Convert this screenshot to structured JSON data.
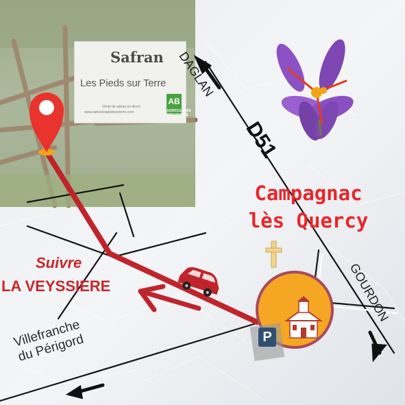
{
  "sign": {
    "title": "Safran",
    "subtitle": "Les Pieds sur Terre",
    "fine_line_1": "Vente de safran en direct",
    "fine_line_2": "www.safranlespiedssurterre.com",
    "badge_text": "AB",
    "badge_sub": "AGRICULTURE BIOLOGIQUE"
  },
  "village": {
    "line1": "Campagnac",
    "line2": "lès Quercy",
    "color": "#e8262b"
  },
  "roads": {
    "daglan": "DAGLAN",
    "d51": "D51",
    "gourdon": "GOURDON",
    "villefranche_line1": "Villefranche",
    "villefranche_line2": "du Périgord"
  },
  "directions": {
    "suivre": "Suivre",
    "la_veyssiere": "LA VEYSSIERE"
  },
  "parking": {
    "label": "P"
  },
  "colors": {
    "route": "#c0242b",
    "pin": "#e8342d",
    "village_circle": "#f5a623",
    "village_ring": "#a8495e",
    "saffron_petal": "#7f47b3",
    "parking_bg": "#2f4f72"
  },
  "icons": [
    "location-pin-icon",
    "saffron-flower-icon",
    "car-icon",
    "cross-icon",
    "church-icon",
    "parking-icon",
    "arrow-icon"
  ]
}
